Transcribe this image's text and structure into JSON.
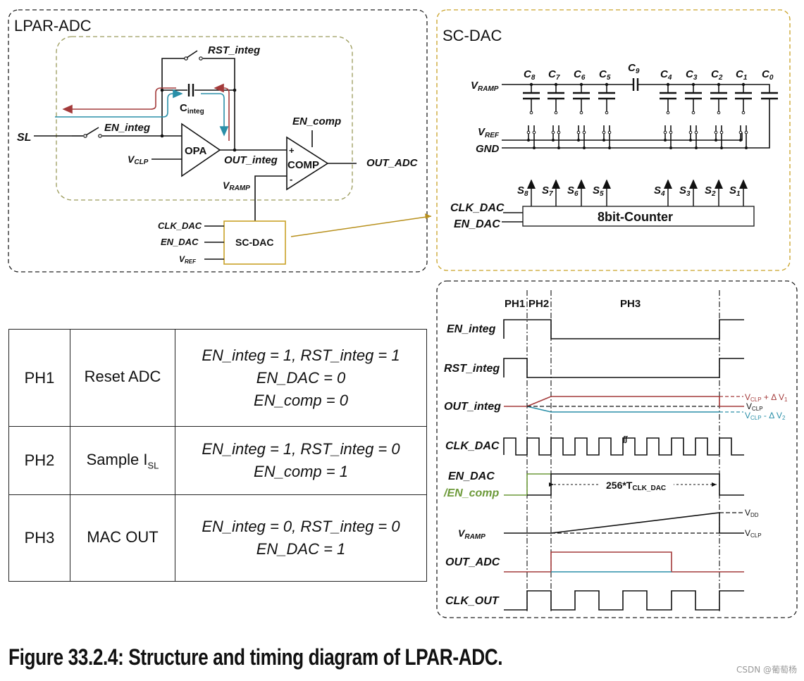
{
  "figure": {
    "caption": "Figure 33.2.4: Structure and timing diagram of LPAR-ADC.",
    "watermark": "CSDN @葡萄杨"
  },
  "lpar_adc": {
    "title": "LPAR-ADC",
    "labels": {
      "rst_integ": "RST_integ",
      "c_integ": "C",
      "c_integ_sub": "integ",
      "sl": "SL",
      "en_integ": "EN_integ",
      "opa": "OPA",
      "v_clp": "V",
      "v_clp_sub": "CLP",
      "out_integ": "OUT_integ",
      "en_comp": "EN_comp",
      "comp": "COMP",
      "plus": "+",
      "minus": "-",
      "out_adc": "OUT_ADC",
      "v_ramp": "V",
      "v_ramp_sub": "RAMP",
      "clk_dac": "CLK_DAC",
      "en_dac": "EN_DAC",
      "v_ref": "V",
      "v_ref_sub": "REF",
      "sc_dac_block": "SC-DAC"
    },
    "colors": {
      "charge_path_red": "#a33a3a",
      "charge_path_teal": "#2a8fa8",
      "inner_border": "#9a9a5a",
      "sc_dac_border": "#c9a227"
    }
  },
  "sc_dac": {
    "title": "SC-DAC",
    "v_ramp": "V",
    "v_ramp_sub": "RAMP",
    "v_ref": "V",
    "v_ref_sub": "REF",
    "gnd": "GND",
    "capacitors_left": [
      {
        "name": "C",
        "sub": "8"
      },
      {
        "name": "C",
        "sub": "7"
      },
      {
        "name": "C",
        "sub": "6"
      },
      {
        "name": "C",
        "sub": "5"
      }
    ],
    "bridge_cap": {
      "name": "C",
      "sub": "9"
    },
    "capacitors_right": [
      {
        "name": "C",
        "sub": "4"
      },
      {
        "name": "C",
        "sub": "3"
      },
      {
        "name": "C",
        "sub": "2"
      },
      {
        "name": "C",
        "sub": "1"
      },
      {
        "name": "C",
        "sub": "0"
      }
    ],
    "switch_signals_left": [
      {
        "name": "S",
        "sub": "8"
      },
      {
        "name": "S",
        "sub": "7"
      },
      {
        "name": "S",
        "sub": "6"
      },
      {
        "name": "S",
        "sub": "5"
      }
    ],
    "switch_signals_right": [
      {
        "name": "S",
        "sub": "4"
      },
      {
        "name": "S",
        "sub": "3"
      },
      {
        "name": "S",
        "sub": "2"
      },
      {
        "name": "S",
        "sub": "1"
      }
    ],
    "clk_dac": "CLK_DAC",
    "en_dac": "EN_DAC",
    "counter": "8bit-Counter"
  },
  "phase_table": {
    "rows": [
      {
        "phase": "PH1",
        "operation": "Reset ADC",
        "operation_sub": "",
        "conditions": [
          "EN_integ = 1, RST_integ = 1",
          "EN_DAC = 0",
          "EN_comp = 0"
        ]
      },
      {
        "phase": "PH2",
        "operation": "Sample I",
        "operation_sub": "SL",
        "conditions": [
          "EN_integ = 1, RST_integ = 0",
          "EN_comp = 1"
        ]
      },
      {
        "phase": "PH3",
        "operation": "MAC OUT",
        "operation_sub": "",
        "conditions": [
          "EN_integ = 0, RST_integ = 0",
          "EN_DAC = 1"
        ]
      }
    ]
  },
  "timing": {
    "phases": [
      "PH1",
      "PH2",
      "PH3"
    ],
    "signals": {
      "en_integ": "EN_integ",
      "rst_integ": "RST_integ",
      "out_integ": "OUT_integ",
      "clk_dac": "CLK_DAC",
      "en_dac": "EN_DAC",
      "en_comp": "/EN_comp",
      "v_ramp": "V",
      "v_ramp_sub": "RAMP",
      "out_adc": "OUT_ADC",
      "clk_out": "CLK_OUT"
    },
    "annotations": {
      "vclp_plus": "V",
      "vclp_plus_sub": "CLP",
      "vclp_plus_tail": " + Δ V",
      "vclp_plus_tail_sub": "1",
      "vclp": "V",
      "vclp_sub": "CLP",
      "vclp_minus": "V",
      "vclp_minus_sub": "CLP",
      "vclp_minus_tail": " - Δ V",
      "vclp_minus_tail_sub": "2",
      "duration": "256*T",
      "duration_sub": "CLK_DAC",
      "vdd": "V",
      "vdd_sub": "DD",
      "vclp2": "V",
      "vclp2_sub": "CLP"
    },
    "colors": {
      "red": "#a33a3a",
      "teal": "#2a8fa8",
      "green": "#6d9a3a"
    }
  }
}
